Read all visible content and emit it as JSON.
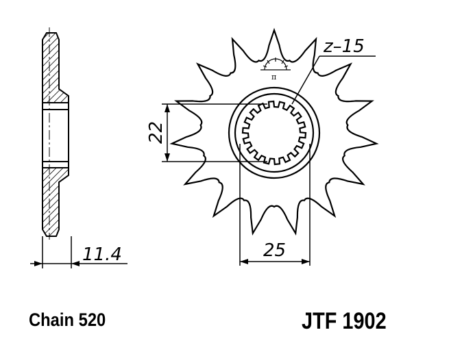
{
  "drawing": {
    "teeth_label": "z–15",
    "bore_dimension": "22",
    "spline_dimension": "25",
    "thickness_dimension": "11.4",
    "symbol_text": "π"
  },
  "footer": {
    "chain": "Chain 520",
    "part_number": "JTF 1902"
  },
  "colors": {
    "ink": "#000000",
    "background": "#ffffff"
  }
}
